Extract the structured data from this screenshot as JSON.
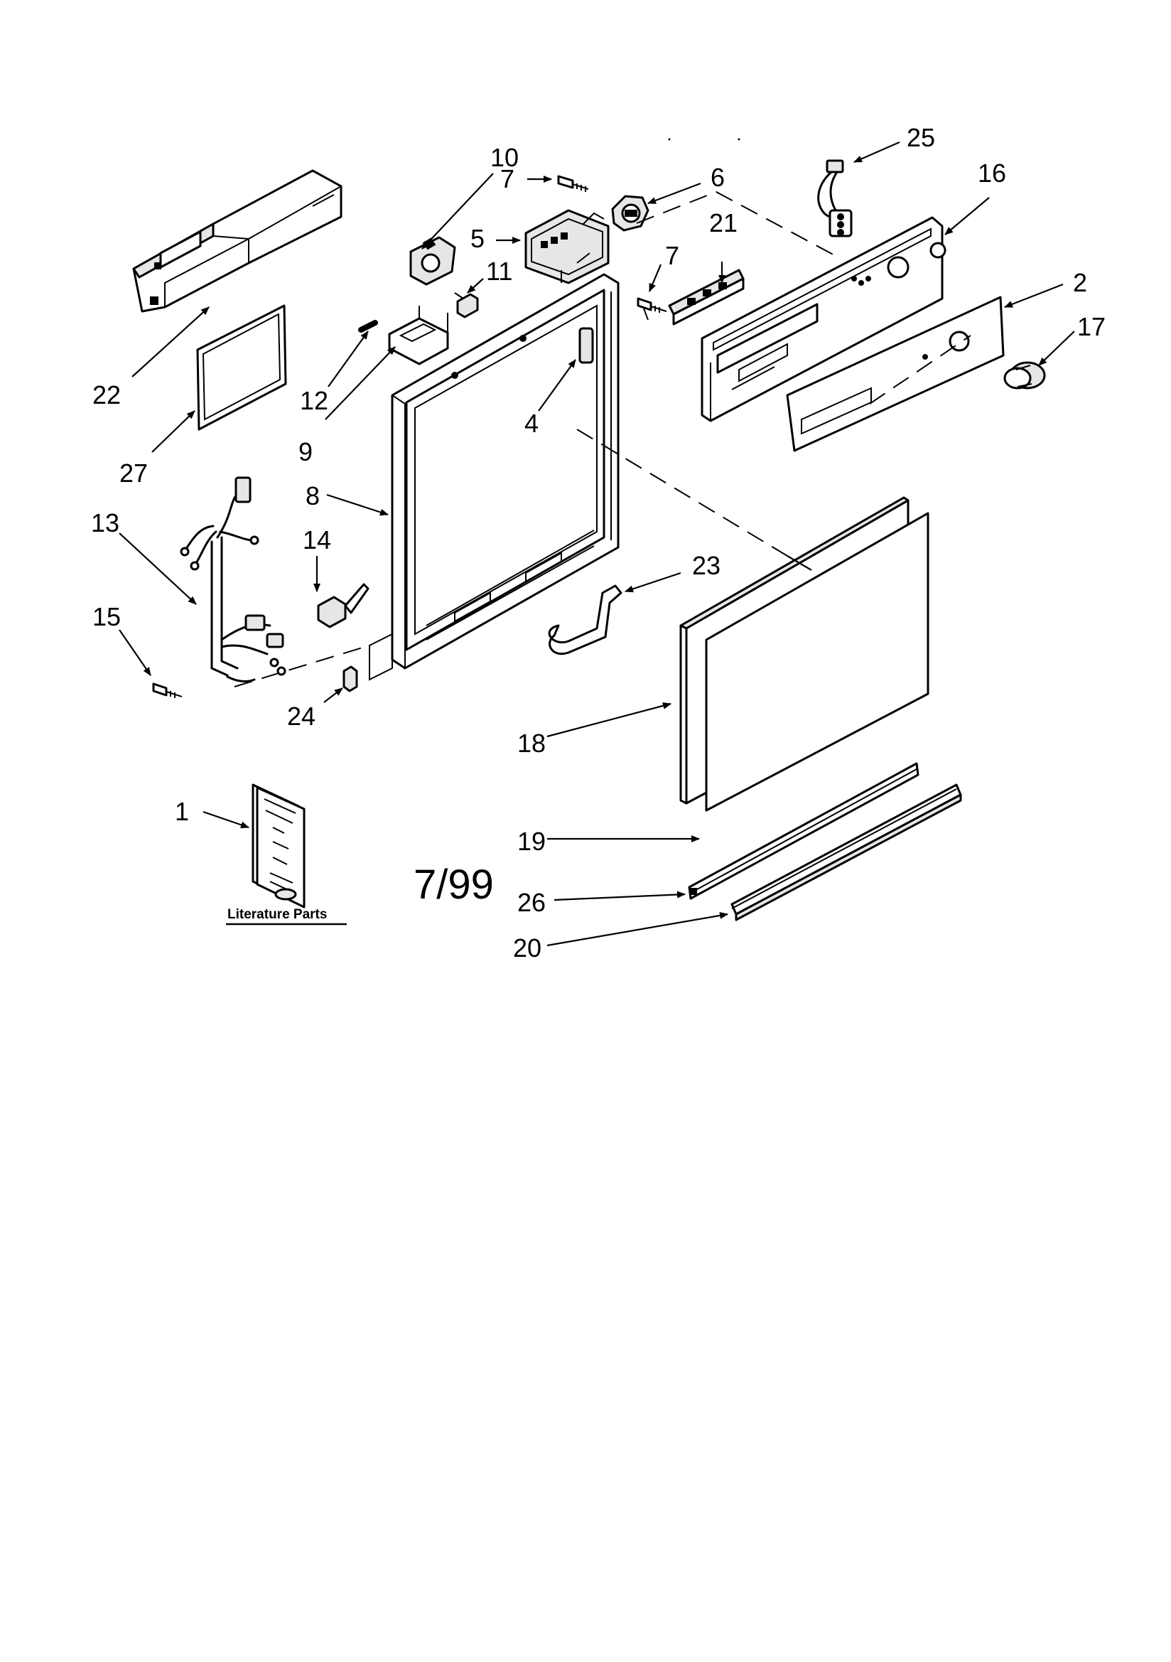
{
  "diagram": {
    "date_code": "7/99",
    "literature_label": "Literature Parts",
    "callouts": [
      "1",
      "2",
      "4",
      "5",
      "6",
      "7",
      "7",
      "8",
      "9",
      "10",
      "11",
      "12",
      "13",
      "14",
      "15",
      "16",
      "17",
      "18",
      "19",
      "20",
      "21",
      "22",
      "23",
      "24",
      "25",
      "26",
      "27"
    ]
  },
  "colors": {
    "ink": "#000000",
    "paper": "#ffffff"
  }
}
